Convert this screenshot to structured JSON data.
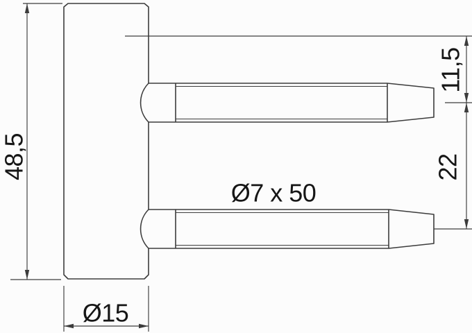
{
  "drawing": {
    "labels": {
      "body_height": "48,5",
      "body_diameter": "Ø15",
      "pin_spec": "Ø7 x 50",
      "top_pin_offset": "11,5",
      "pin_spacing": "22"
    },
    "colors": {
      "background": "#fcfcfc",
      "line": "#3c3c3c",
      "text": "#161616"
    }
  }
}
